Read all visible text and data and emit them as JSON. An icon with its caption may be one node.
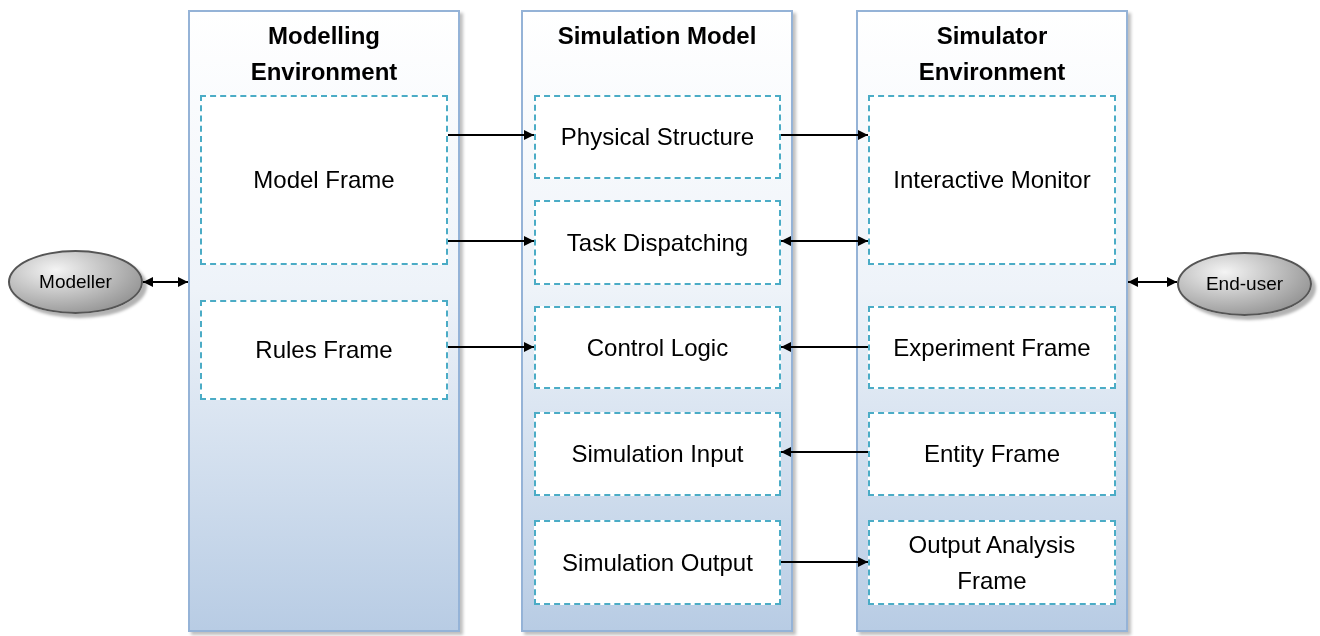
{
  "diagram": {
    "nodes": [
      {
        "text": [
          "Modeller"
        ]
      },
      {
        "text": [
          "Modelling Environment"
        ]
      },
      {
        "text": [
          "Model Frame"
        ],
        "in": 1
      },
      {
        "text": [
          "Rules Frame"
        ],
        "in": 1
      },
      {
        "text": [
          "Simulation Model"
        ]
      },
      {
        "text": [
          "Physical Structure"
        ],
        "in": 4
      },
      {
        "text": [
          "Task Dispatching"
        ],
        "in": 4
      },
      {
        "text": [
          "Control Logic"
        ],
        "in": 4
      },
      {
        "text": [
          "Simulation Input"
        ],
        "in": 4
      },
      {
        "text": [
          "Simulation Output"
        ],
        "in": 4
      },
      {
        "text": [
          "Simulator Environment"
        ]
      },
      {
        "text": [
          "Interactive Monitor"
        ],
        "in": 10
      },
      {
        "text": [
          "Experiment Frame"
        ],
        "in": 10
      },
      {
        "text": [
          "Entity Frame"
        ],
        "in": 10
      },
      {
        "text": [
          "Output Analysis Frame"
        ],
        "in": 10
      },
      {
        "text": [
          "End-user"
        ]
      }
    ],
    "edges": [
      {
        "from": 0,
        "to": 1,
        "arrow": "both"
      },
      {
        "from": 2,
        "to": 5,
        "arrow": "to"
      },
      {
        "from": 2,
        "to": 6,
        "arrow": "to"
      },
      {
        "from": 3,
        "to": 7,
        "arrow": "to"
      },
      {
        "from": 5,
        "to": 11,
        "arrow": "to"
      },
      {
        "from": 6,
        "to": 11,
        "arrow": "both"
      },
      {
        "from": 12,
        "to": 7,
        "arrow": "to"
      },
      {
        "from": 13,
        "to": 8,
        "arrow": "to"
      },
      {
        "from": 9,
        "to": 14,
        "arrow": "to"
      },
      {
        "from": 10,
        "to": 15,
        "arrow": "both"
      }
    ]
  }
}
